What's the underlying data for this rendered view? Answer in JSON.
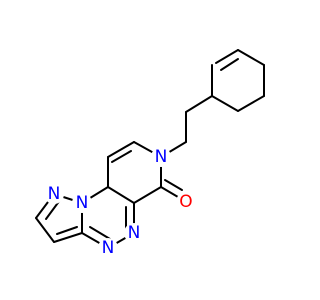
{
  "molecule": {
    "colors": {
      "bond": "#000000",
      "nitrogen": "#0000ff",
      "oxygen": "#ff0000",
      "background": "#ffffff"
    },
    "atoms": {
      "n_pyrazole_top": "N",
      "n_pyrazole_bridge": "N",
      "n_triazine_a": "N",
      "n_triazine_b": "N",
      "n_pyridinone": "N",
      "o_carbonyl": "O"
    }
  }
}
